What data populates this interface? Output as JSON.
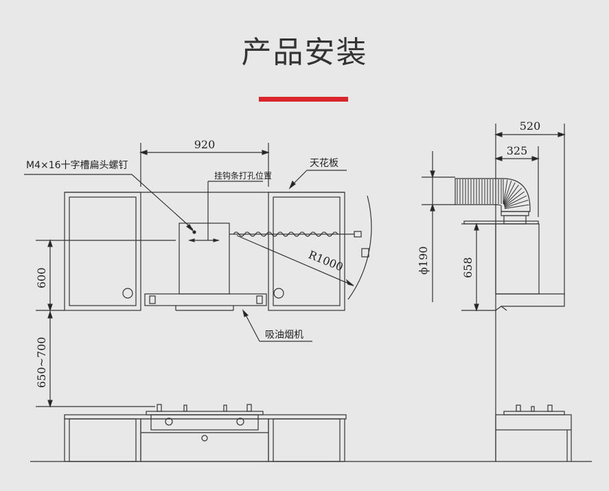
{
  "page": {
    "title": "产品安装"
  },
  "colors": {
    "background": "#e8e8e8",
    "accent": "#d9252b",
    "line": "#333333"
  },
  "front_view": {
    "dim_cabinet_span": "920",
    "screw_label": "M4×16十字槽扁头螺钉",
    "hook_label": "挂钩条打孔位置",
    "ceiling_label": "天花板",
    "radius_label": "R1000",
    "hood_label": "吸油烟机",
    "dim_cabinet_height": "600",
    "dim_install_height": "650~700"
  },
  "side_view": {
    "dim_total_depth": "520",
    "dim_duct_offset": "325",
    "dim_duct_diameter": "ϕ190",
    "dim_hood_height": "658"
  }
}
